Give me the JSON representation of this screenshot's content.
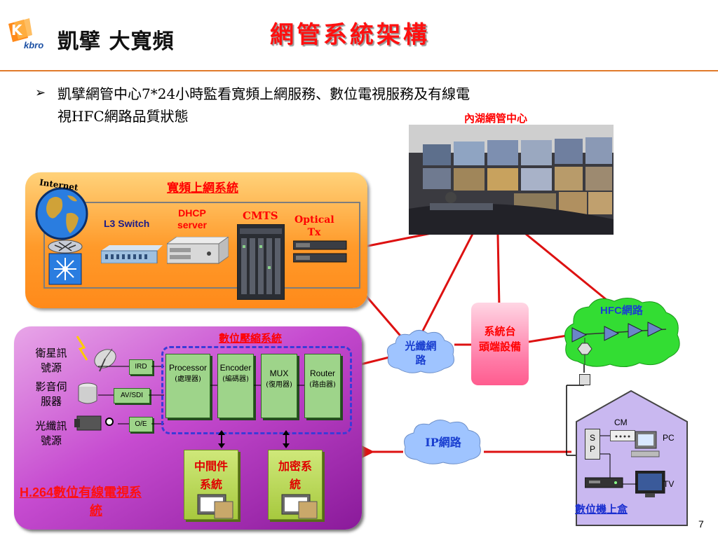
{
  "header": {
    "logo_brand": "kbro",
    "logo_name": "凱擘 大寬頻",
    "title": "網管系統架構"
  },
  "bullet": {
    "line1": "凱擘網管中心7*24小時監看寬頻上網服務、數位電視服務及有線電",
    "line2": "視HFC網路品質狀態"
  },
  "noc": {
    "label": "內湖網管中心"
  },
  "broadband": {
    "title": "寬頻上網系統",
    "internet_label": "Internet",
    "l3_switch": "L3 Switch",
    "dhcp_line1": "DHCP",
    "dhcp_line2": "server",
    "cmts": "CMTS",
    "optical_line1": "Optical",
    "optical_line2": "Tx"
  },
  "digital_tv": {
    "compression_title": "數位壓縮系統",
    "sources": [
      {
        "line1": "衛星訊",
        "line2": "號源",
        "device": "IRD"
      },
      {
        "line1": "影音伺",
        "line2": "服器",
        "device": "AV/SDI"
      },
      {
        "line1": "光纖訊",
        "line2": "號源",
        "device": "O/E"
      }
    ],
    "modules": [
      {
        "name": "Processor",
        "sub": "(處理器)"
      },
      {
        "name": "Encoder",
        "sub": "(編碼器)"
      },
      {
        "name": "MUX",
        "sub": "(復用器)"
      },
      {
        "name": "Router",
        "sub": "(路由器)"
      }
    ],
    "middleware": {
      "line1": "中間件",
      "line2": "系統"
    },
    "encryption": {
      "line1": "加密系",
      "line2": "統"
    },
    "system_label_part1": "H.264",
    "system_label_part2": "數位有線電視系",
    "system_label_part3": "統"
  },
  "network": {
    "fiber_line1": "光纖網",
    "fiber_line2": "路",
    "ip_label": "IP網路",
    "headend_line1": "系統台",
    "headend_line2": "頭端設備",
    "hfc_label": "HFC網路"
  },
  "home": {
    "cm": "CM",
    "sp_s": "S",
    "sp_p": "P",
    "pc": "PC",
    "tv": "TV",
    "stb_label": "數位機上盒"
  },
  "page_number": "7",
  "colors": {
    "title_red": "#ff1010",
    "link_red": "#dd1111",
    "label_blue": "#1a3fd0",
    "hfc_green": "#33dd33",
    "cloud_blue": "#9fc4ff"
  }
}
